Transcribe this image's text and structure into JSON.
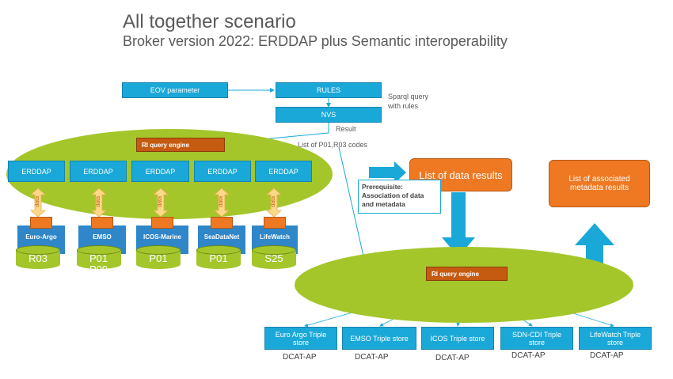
{
  "title": "All together scenario",
  "subtitle": "Broker version 2022: ERDDAP plus Semantic interoperability",
  "top_flow": {
    "eov": "EOV parameter",
    "rules": "RULES",
    "sparql": "Sparql query\nwith rules",
    "nvs": "NVS",
    "result": "Result",
    "codes": "List of P01,R03 codes"
  },
  "left_engine": "RI query engine",
  "erddap_label": "ERDDAP",
  "data_label": "data",
  "institutions": [
    {
      "name": "Euro-Argo",
      "code": "R03"
    },
    {
      "name": "EMSO",
      "code": "P01\nP09"
    },
    {
      "name": "ICOS-Marine",
      "code": "P01"
    },
    {
      "name": "SeaDataNet",
      "code": "P01"
    },
    {
      "name": "LifeWatch",
      "code": "S25"
    }
  ],
  "list_data_results": "List of data results",
  "prerequisite": "Prerequisite:\nAssociation of data and metadata",
  "list_metadata_results": "List of associated metadata results",
  "right_engine": "RI query engine",
  "triple_stores": [
    {
      "label": "Euro Argo Triple store",
      "dcat": "DCAT-AP"
    },
    {
      "label": "EMSO Triple store",
      "dcat": "DCAT-AP"
    },
    {
      "label": "ICOS Triple store",
      "dcat": "DCAT-AP"
    },
    {
      "label": "SDN-CDI Triple store",
      "dcat": "DCAT-AP"
    },
    {
      "label": "LifeWatch Triple store",
      "dcat": "DCAT-AP"
    }
  ],
  "colors": {
    "blue": "#1aa8d8",
    "green": "#a4c62b",
    "orange": "#ef7822",
    "brown": "#c55a11"
  }
}
